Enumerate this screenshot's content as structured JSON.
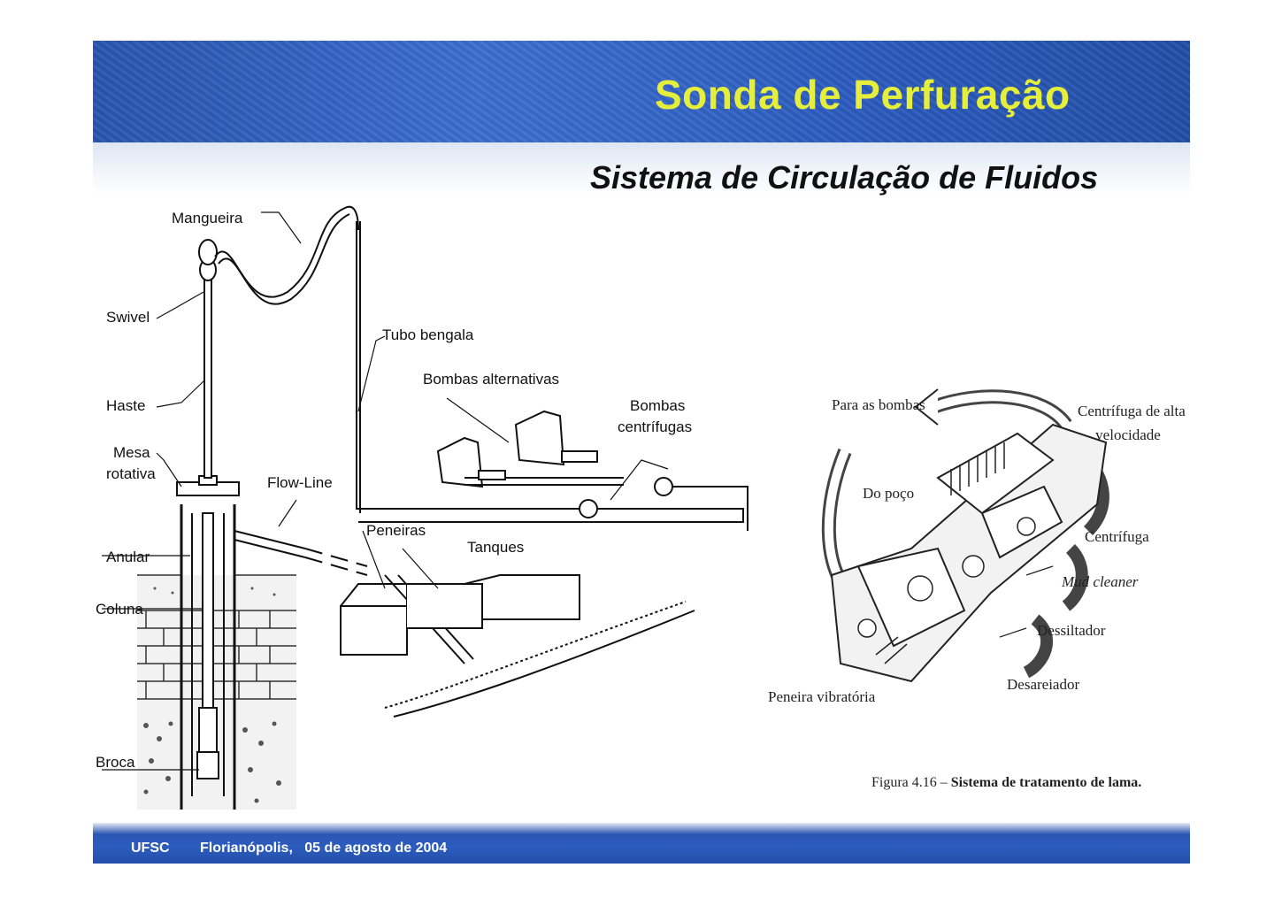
{
  "slide": {
    "title": "Sonda de Perfuração",
    "subtitle": "Sistema de Circulação de Fluidos",
    "footer": {
      "institution": "UFSC",
      "place_date": "Florianópolis,   05 de agosto de 2004"
    },
    "colors": {
      "header_blue": "#2c5cbf",
      "title_yellow": "#e5ee3a"
    }
  },
  "rig_diagram": {
    "labels": {
      "mangueira": "Mangueira",
      "swivel": "Swivel",
      "tubo_bengala": "Tubo bengala",
      "bombas_alternativas": "Bombas alternativas",
      "haste": "Haste",
      "bombas_centrifugas_1": "Bombas",
      "bombas_centrifugas_2": "centrífugas",
      "mesa_1": "Mesa",
      "mesa_2": "rotativa",
      "flow_line": "Flow-Line",
      "peneiras": "Peneiras",
      "tanques": "Tanques",
      "anular": "Anular",
      "coluna": "Coluna",
      "broca": "Broca"
    }
  },
  "mud_diagram": {
    "labels": {
      "para_as_bombas": "Para as bombas",
      "centrifuga_alta_1": "Centrífuga de alta",
      "centrifuga_alta_2": "velocidade",
      "do_poco": "Do poço",
      "centrifuga": "Centrífuga",
      "mud_cleaner": "Mud cleaner",
      "dessiltador": "Dessiltador",
      "desareiador": "Desareiador",
      "peneira_vibratoria": "Peneira vibratória"
    },
    "caption_prefix": "Figura 4.16 – ",
    "caption_text": "Sistema de tratamento de lama."
  }
}
